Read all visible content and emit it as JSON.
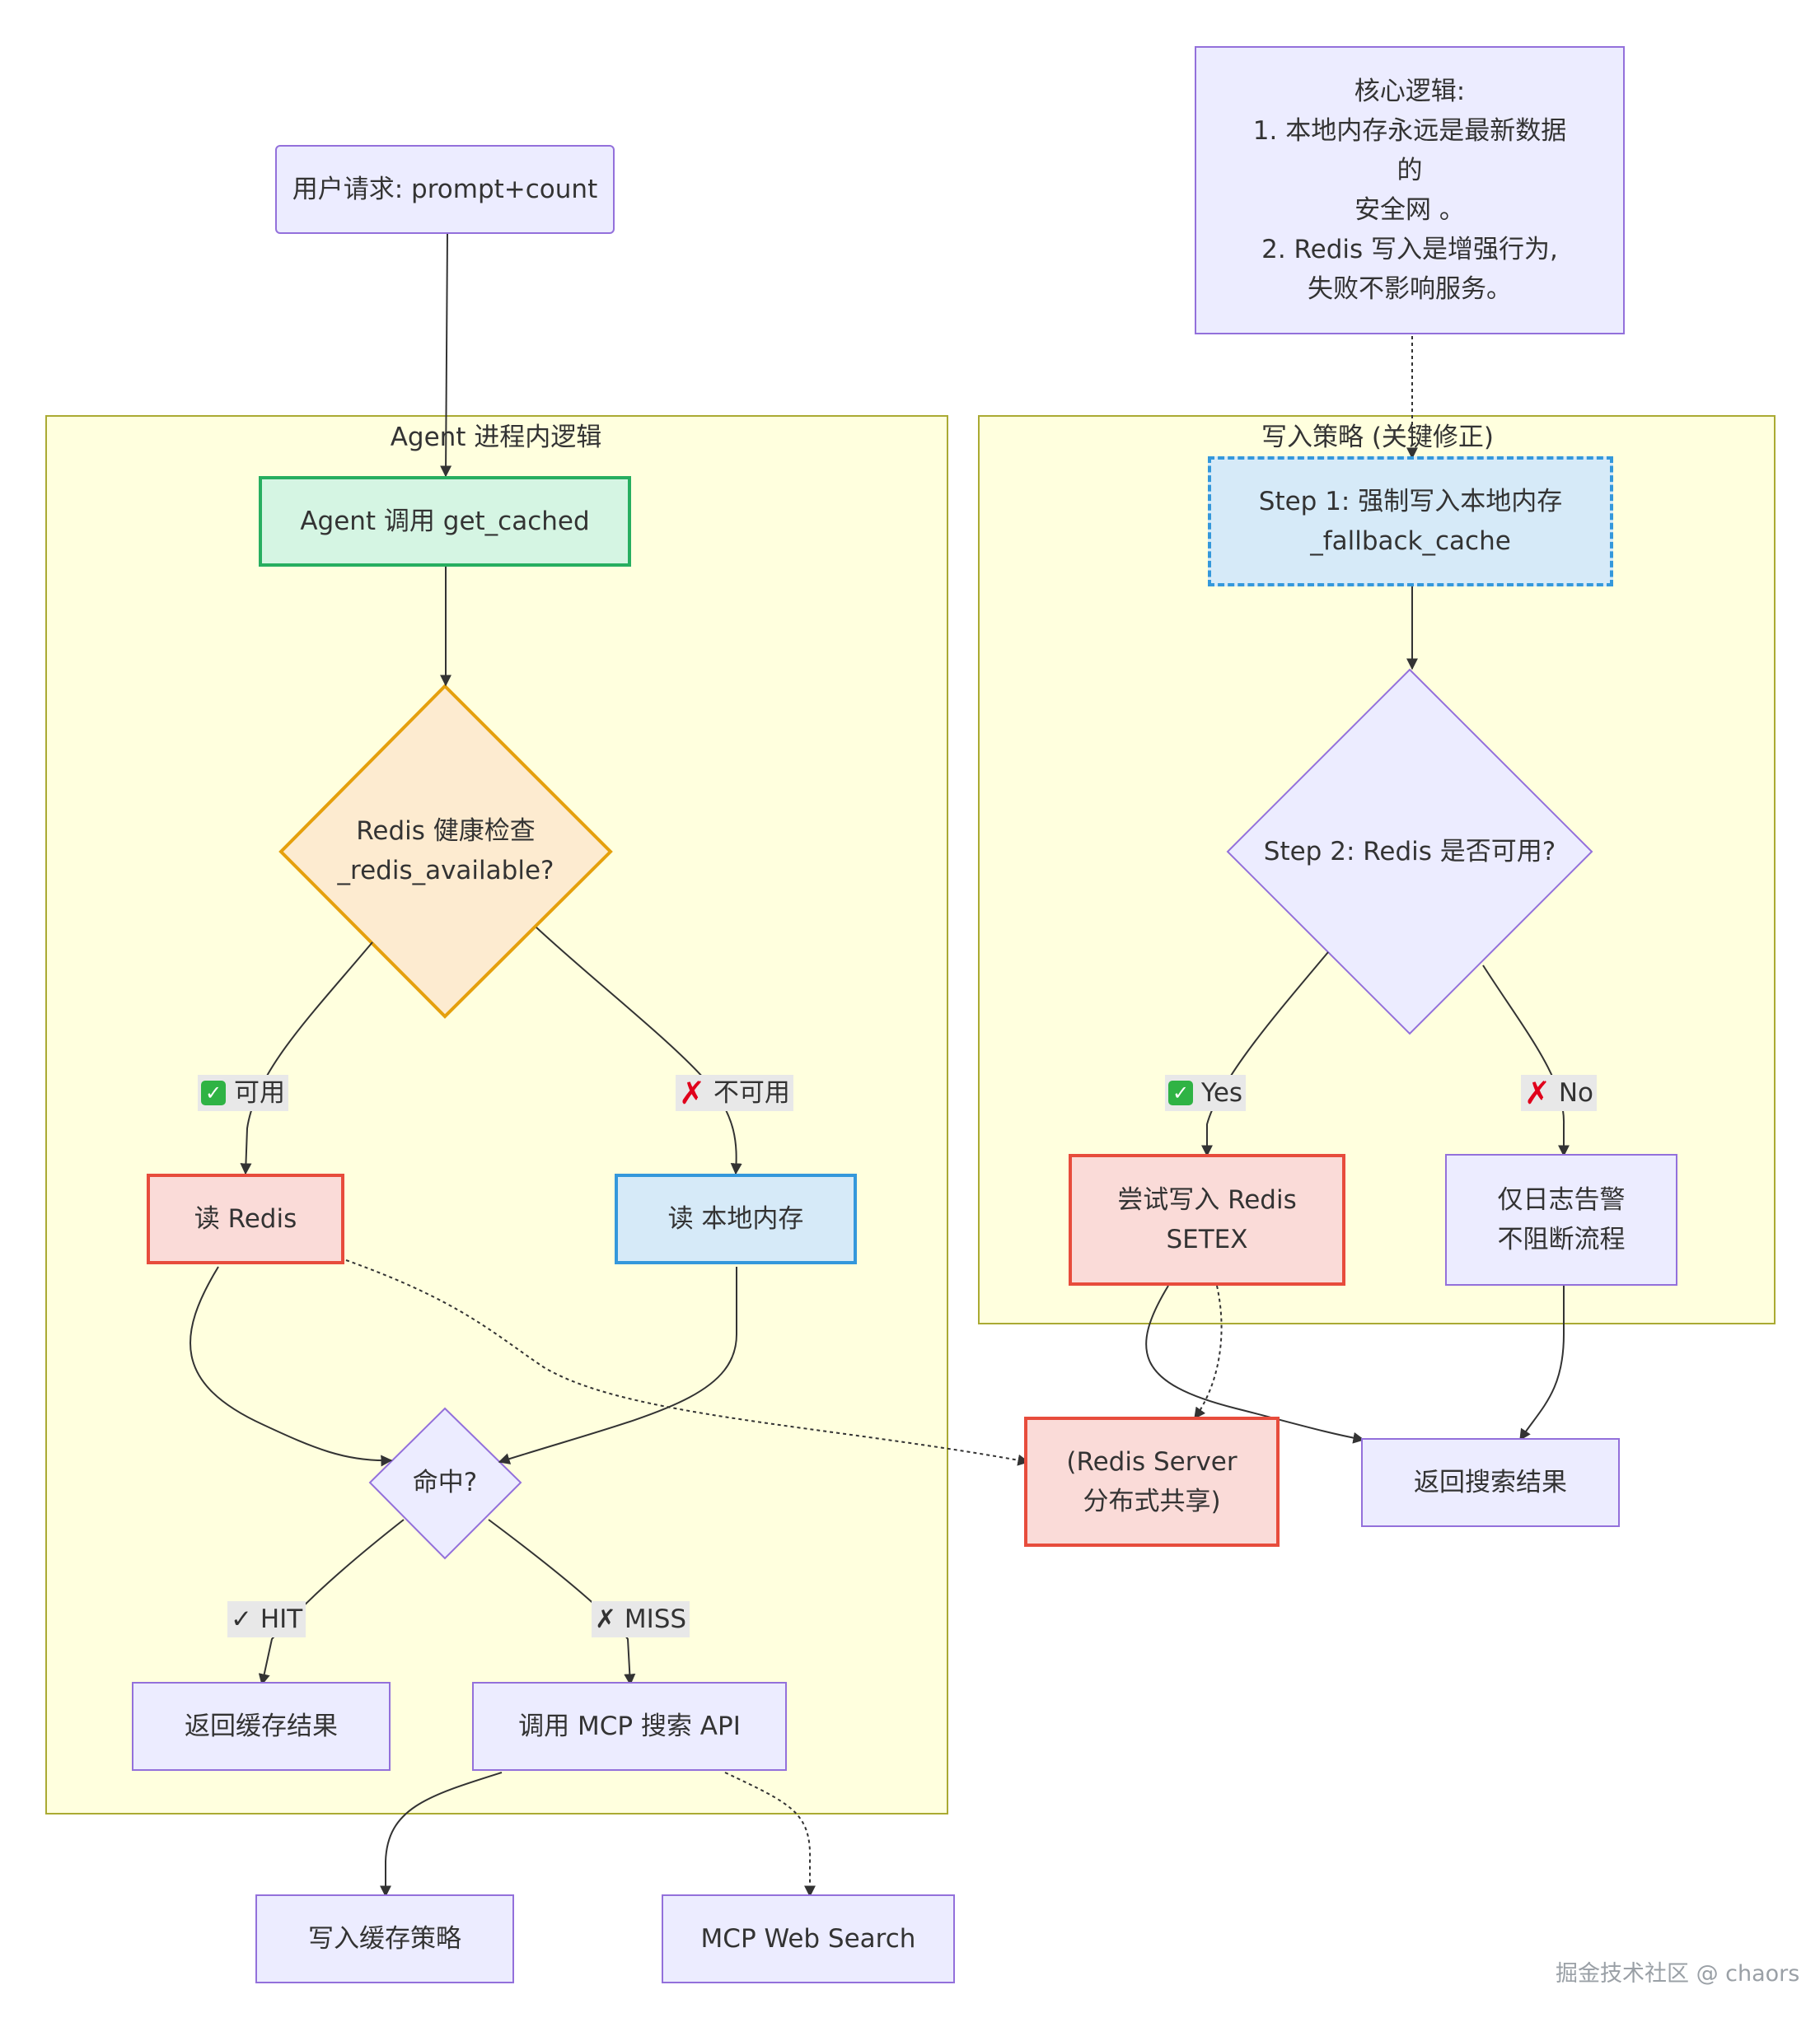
{
  "clusters": {
    "agent": {
      "title": "Agent 进程内逻辑"
    },
    "write": {
      "title": "写入策略 (关键修正)"
    }
  },
  "nodes": {
    "user_request": "用户请求: prompt+count",
    "core_logic": [
      "核心逻辑:",
      "1. 本地内存永远是最新数据",
      "的",
      "安全网 。",
      "2. Redis 写入是增强行为,",
      "失败不影响服务。"
    ],
    "agent_call": "Agent 调用 get_cached",
    "health_check": [
      "Redis 健康检查",
      "_redis_available?"
    ],
    "read_redis": "读 Redis",
    "read_local": "读 本地内存",
    "hit_check": "命中?",
    "return_cached": "返回缓存结果",
    "call_mcp": "调用 MCP 搜索 API",
    "write_cache_strategy": "写入缓存策略",
    "mcp_web_search": "MCP Web Search",
    "step1": [
      "Step 1: 强制写入本地内存",
      "_fallback_cache"
    ],
    "step2": "Step 2: Redis 是否可用?",
    "try_write_redis": [
      "尝试写入 Redis",
      "SETEX"
    ],
    "log_only": [
      "仅日志告警",
      "不阻断流程"
    ],
    "redis_server": [
      "(Redis Server",
      "分布式共享)"
    ],
    "return_search": "返回搜索结果"
  },
  "edge_labels": {
    "available": "可用",
    "unavailable": "不可用",
    "hit": "✓ HIT",
    "miss": "✗ MISS",
    "yes": "Yes",
    "no": "No"
  },
  "colors": {
    "cluster_fill": "#ffffde",
    "cluster_border": "#aaaa33",
    "default_fill": "#ECECFF",
    "default_border": "#9370DB",
    "edge": "#333333"
  },
  "watermark": "掘金技术社区 @ chaors"
}
